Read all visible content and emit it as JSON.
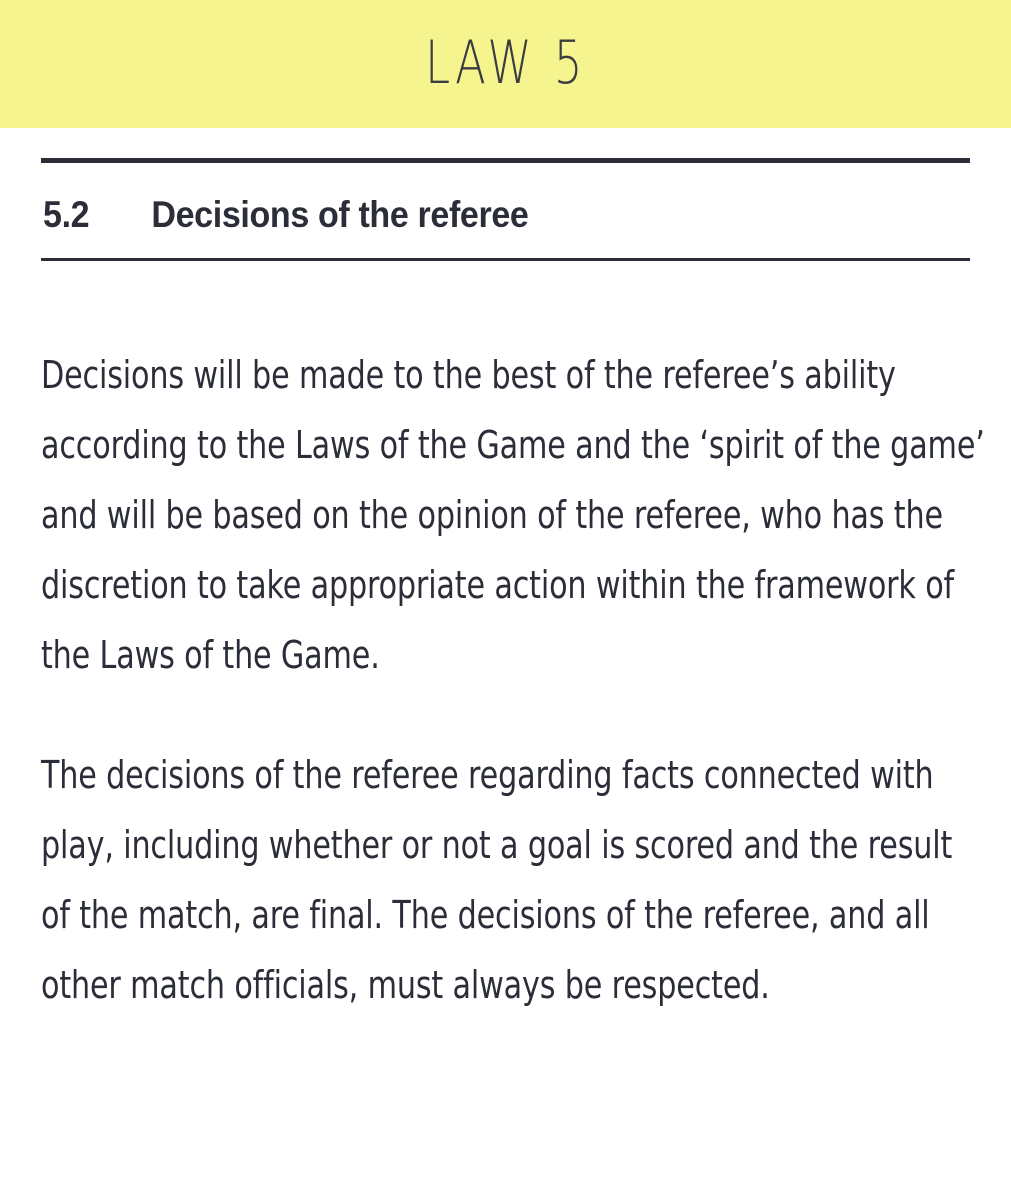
{
  "banner": {
    "title": "LAW 5",
    "background_color": "#f6f48f",
    "text_color": "#3a3c42"
  },
  "section": {
    "number": "5.2",
    "title": "Decisions of the referee",
    "rule_color": "#2b2e38"
  },
  "body": {
    "text_color": "#2b2e38",
    "paragraphs": [
      "Decisions will be made to the best of the referee’s ability according to the Laws of the Game and the ‘spirit of the game’ and will be based on the opinion of the referee, who has the discretion to take appropriate action within the framework of the Laws of the Game.",
      "The decisions of the referee regarding facts connected with play, including whether or not a goal is scored and the result of the match, are final. The decisions of the referee, and all other match officials, must always be respected."
    ]
  }
}
